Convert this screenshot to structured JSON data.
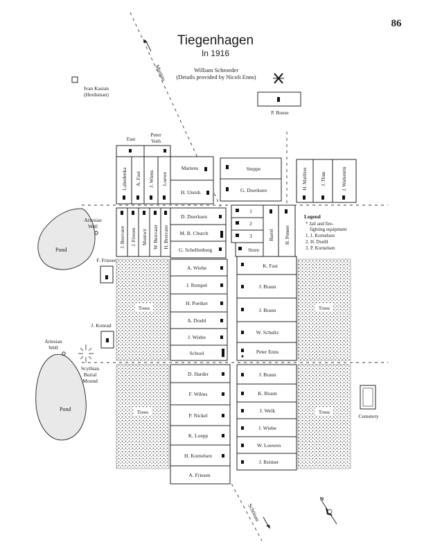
{
  "page_number": "86",
  "title": "Tiegenhagen",
  "subtitle": "In 1916",
  "credit": {
    "author": "William Schroeder",
    "source": "(Details provided by Nicoli Enns)"
  },
  "road_labels": {
    "north": "Muntau",
    "south": "Schönau"
  },
  "landmarks": {
    "herdsman_line1": "Ivan Kasian",
    "herdsman_line2": "(Herdsman)",
    "boese": "P. Boese",
    "well_top_line1": "Artesian",
    "well_top_line2": "Well",
    "well_bottom_line1": "Artesian",
    "well_bottom_line2": "Well",
    "pond_top": "Pond",
    "pond_bottom": "Pond",
    "burial_line1": "Scythian",
    "burial_line2": "Burial",
    "burial_line3": "Mound",
    "f_friesen": "F. Friesen",
    "j_konrad": "J. Konrad",
    "cemetery": "Cemetery",
    "fast_top": "Fast",
    "voth_line1": "Peter",
    "voth_line2": "Voth"
  },
  "legend": {
    "title": "Legend",
    "line1": "* Jail and fire-",
    "line2": "fighting equipment",
    "line3": "1. J. Kornelsen",
    "line4": "2. H. Doehl",
    "line5": "3. P. Kornelsen"
  },
  "north_block": {
    "vertical_lots": [
      "Labedenka",
      "A. Fast",
      "J. Wiens",
      "Loewe"
    ],
    "martens": "Martens",
    "unruh": "H. Unruh",
    "steppe": "Steppe",
    "doerksen_g": "G. Doerksen",
    "east_lots": [
      "H. Matthies",
      "J. Thun",
      "J. Warkentin"
    ]
  },
  "middle_block": {
    "vertical_lots": [
      "J. Bestvater",
      "J. Friesen",
      "Montwit",
      "W. Bestvater",
      "H. Bestvater"
    ],
    "doerksen_d": "D. Doerksen",
    "church": "M. B. Church",
    "schellenberg": "G. Schellenberg",
    "numbered": [
      "1",
      "2",
      "3"
    ],
    "store": "Store",
    "bartel": "Bartel",
    "penner": "H. Penner"
  },
  "south_block": {
    "west": [
      "A. Wiebe",
      "J. Rempel",
      "H. Poetker",
      "A. Doehl",
      "J. Wiebe",
      "School"
    ],
    "east": [
      "K. Fast",
      "J. Braun",
      "J. Braun",
      "W. Schultz",
      "Peter Enns"
    ]
  },
  "far_south_block": {
    "west": [
      "D. Harder",
      "F. Wilms",
      "P. Nickel",
      "K. Loepp",
      "H. Kornelsen",
      "A. Friesen"
    ],
    "east": [
      "J. Braun",
      "K. Braun",
      "J. Welk",
      "J. Wiebe",
      "W. Loewen",
      "J. Reimer"
    ]
  },
  "trees_label": "Trees",
  "north_arrow_label": "N"
}
